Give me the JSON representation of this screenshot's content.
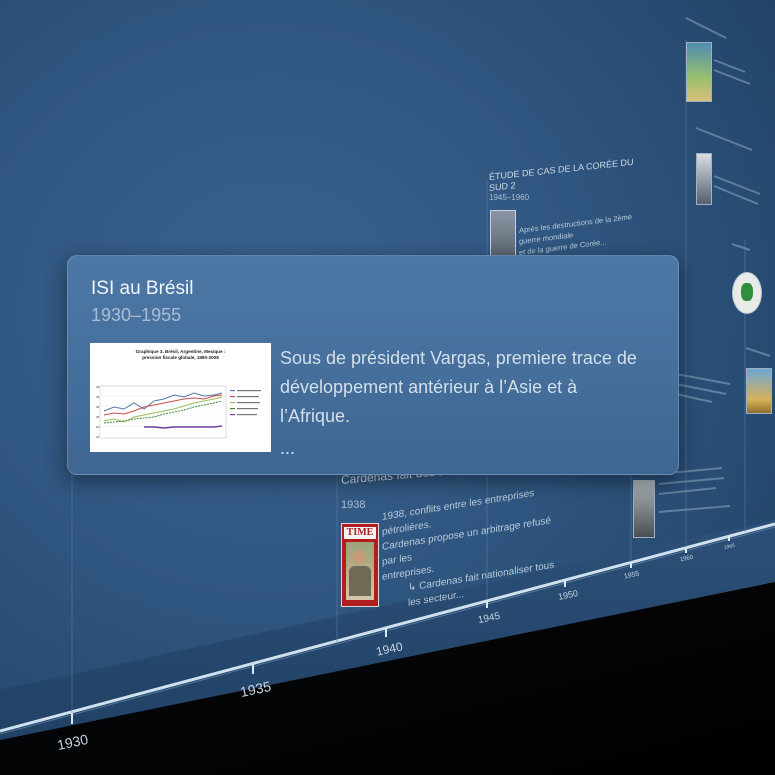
{
  "popup": {
    "title": "ISI au Brésil",
    "dates": "1930–1955",
    "description": "Sous de président Vargas, premiere trace de développement antérieur à l’Asie et à l’Afrique.",
    "more": "...",
    "thumbnail": {
      "title_line1": "Graphique 3. Brésil, Argentine, Mexique :",
      "title_line2": "pression fiscale globale, 1980-2008"
    }
  },
  "events": {
    "cardenas": {
      "title": "Cardenas fait des siennes au Mexique",
      "date": "1938",
      "body_line1": "1938, conflits entre les entreprises pétrolières.",
      "body_line2": "Cardenas propose un arbitrage refusé par les",
      "body_line3": "entreprises.",
      "body_line4": "↳ Cardenas fait nationaliser tous les secteur...",
      "cover_masthead": "TIME"
    },
    "korea": {
      "title": "ÉTUDE DE CAS DE LA CORÉE DU SUD 2",
      "dates": "1945–1960",
      "body_line1": "Après les destructions de la 2ème guerre mondiale",
      "body_line2": "et de la guerre de Corée..."
    }
  },
  "axis": {
    "years": [
      "1930",
      "1935",
      "1940",
      "1945",
      "1950",
      "1955",
      "1960",
      "1965"
    ]
  }
}
